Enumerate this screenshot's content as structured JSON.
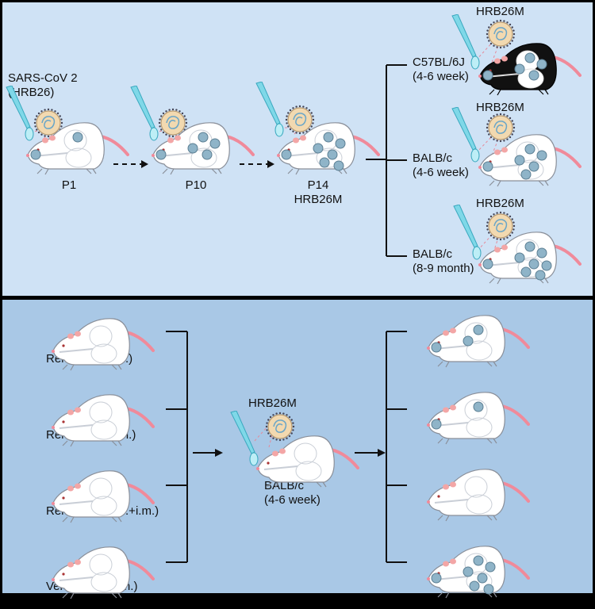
{
  "top_panel": {
    "initial_virus": {
      "line1": "SARS-CoV 2",
      "line2": "(HRB26)"
    },
    "passages": [
      {
        "label": "P1",
        "sublabel": ""
      },
      {
        "label": "P10",
        "sublabel": ""
      },
      {
        "label": "P14",
        "sublabel": "HRB26M"
      }
    ],
    "challenge_groups": [
      {
        "virus": "HRB26M",
        "strain": "C57BL/6J",
        "age": "(4-6 week)",
        "coat": "black"
      },
      {
        "virus": "HRB26M",
        "strain": "BALB/c",
        "age": "(4-6 week)",
        "coat": "white"
      },
      {
        "virus": "HRB26M",
        "strain": "BALB/c",
        "age": "(8-9 month)",
        "coat": "white"
      }
    ]
  },
  "bottom_panel": {
    "treatment_groups": [
      {
        "label": "Remdesivir (i.n.)"
      },
      {
        "label": "Remdesivir (i.m.)"
      },
      {
        "label": "Remdesivir (i.n.+i.m.)"
      },
      {
        "label": "Vehicle (i.n.+i.m.)"
      }
    ],
    "challenge": {
      "virus": "HRB26M",
      "strain": "BALB/c",
      "age": "(4-6 week)"
    },
    "outcome_infection_foci": [
      3,
      2,
      0,
      7
    ]
  },
  "colors": {
    "top_background": "#cfe2f5",
    "bottom_background": "#a9c8e6",
    "border": "#000000",
    "tail": "#f08a9a",
    "pipette": "#7fd8e8",
    "infection_focus": "#8fb4c8"
  }
}
